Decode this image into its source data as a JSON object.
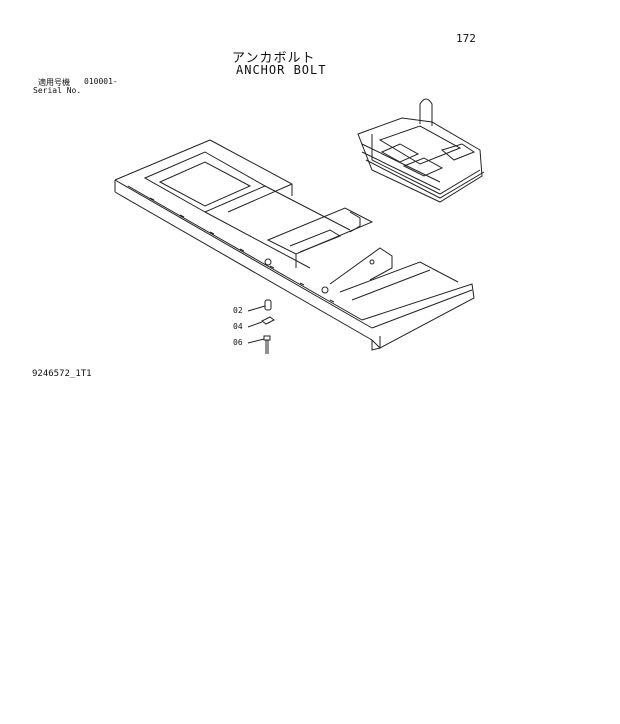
{
  "page": {
    "number": "172",
    "title_ja": "アンカボルト",
    "title_en": "ANCHOR BOLT",
    "serial_label_ja": "適用号機",
    "serial_range": "010001-",
    "serial_label_en": "Serial No.",
    "drawing_number": "9246572_1T1"
  },
  "callouts": [
    "02",
    "04",
    "06"
  ]
}
